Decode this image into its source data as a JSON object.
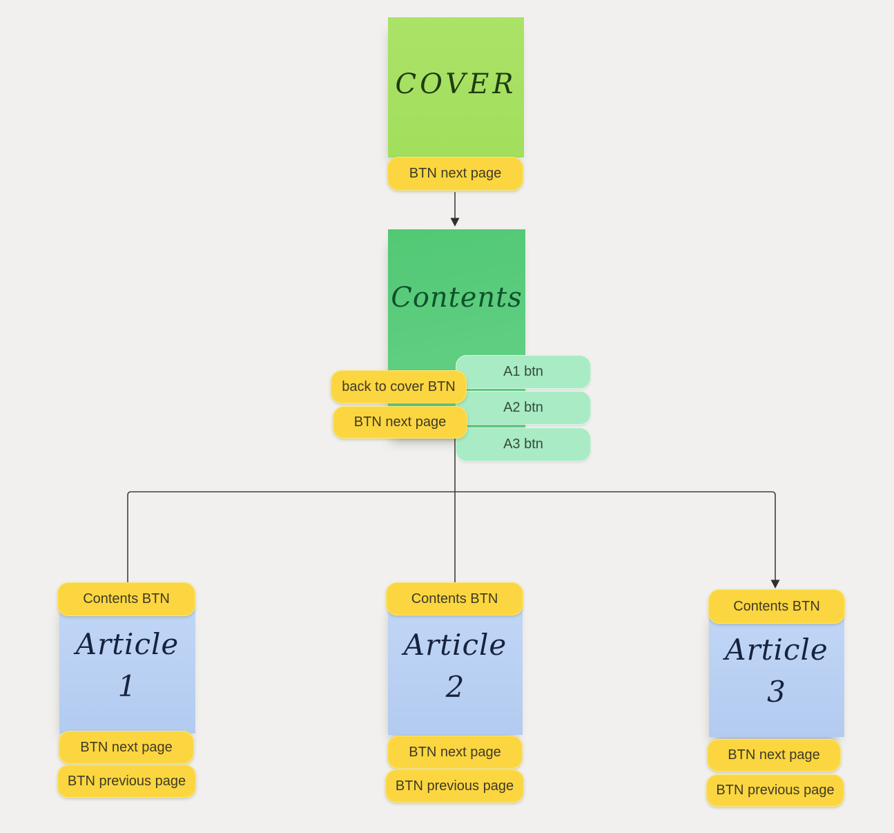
{
  "colors": {
    "background": "#f1f0ee",
    "cover_note": "#a7e164",
    "contents_note": "#5bcc7e",
    "article_note": "#bdd4f4",
    "button_yellow": "#fbd640",
    "button_mint": "#a9ebc4",
    "connector": "#3f3f3f"
  },
  "cover": {
    "title": "COVER",
    "next_btn": "BTN next page"
  },
  "contents": {
    "title": "Contents",
    "back_btn": "back to cover BTN",
    "next_btn": "BTN next page",
    "article_btns": [
      "A1 btn",
      "A2 btn",
      "A3 btn"
    ]
  },
  "articles": [
    {
      "contents_btn": "Contents BTN",
      "title": "Article",
      "number": "1",
      "next_btn": "BTN next page",
      "prev_btn": "BTN previous page"
    },
    {
      "contents_btn": "Contents BTN",
      "title": "Article",
      "number": "2",
      "next_btn": "BTN next page",
      "prev_btn": "BTN previous page"
    },
    {
      "contents_btn": "Contents BTN",
      "title": "Article",
      "number": "3",
      "next_btn": "BTN next page",
      "prev_btn": "BTN previous page"
    }
  ]
}
